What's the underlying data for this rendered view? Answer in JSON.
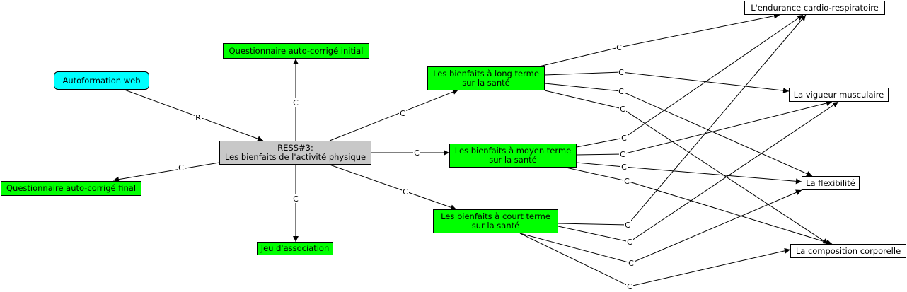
{
  "nodes": {
    "center": {
      "line1": "RESS#3:",
      "line2": "Les bienfaits de l'activité physique"
    },
    "autoformation": {
      "label": "Autoformation web"
    },
    "quiz_initial": {
      "label": "Questionnaire auto-corrigé initial"
    },
    "quiz_final": {
      "label": "Questionnaire auto-corrigé final"
    },
    "jeu": {
      "label": "Jeu d'association"
    },
    "long_terme": {
      "line1": "Les bienfaits à long terme",
      "line2": "sur la santé"
    },
    "moyen_terme": {
      "line1": "Les bienfaits à moyen terme",
      "line2": "sur la santé"
    },
    "court_terme": {
      "line1": "Les bienfaits à court terme",
      "line2": "sur la santé"
    },
    "endurance": {
      "label": "L'endurance cardio-respiratoire"
    },
    "vigueur": {
      "label": "La vigueur musculaire"
    },
    "flexibilite": {
      "label": "La flexibilité"
    },
    "composition": {
      "label": "La composition corporelle"
    }
  },
  "edges": [
    {
      "from": "autoformation",
      "to": "center",
      "label": "R"
    },
    {
      "from": "center",
      "to": "quiz_initial",
      "label": "C"
    },
    {
      "from": "center",
      "to": "quiz_final",
      "label": "C"
    },
    {
      "from": "center",
      "to": "jeu",
      "label": "C"
    },
    {
      "from": "center",
      "to": "long_terme",
      "label": "C"
    },
    {
      "from": "center",
      "to": "moyen_terme",
      "label": "C"
    },
    {
      "from": "center",
      "to": "court_terme",
      "label": "C"
    },
    {
      "from": "long_terme",
      "to": "endurance",
      "label": "C"
    },
    {
      "from": "long_terme",
      "to": "vigueur",
      "label": "C"
    },
    {
      "from": "long_terme",
      "to": "flexibilite",
      "label": "C"
    },
    {
      "from": "long_terme",
      "to": "composition",
      "label": "C"
    },
    {
      "from": "moyen_terme",
      "to": "endurance",
      "label": "C"
    },
    {
      "from": "moyen_terme",
      "to": "vigueur",
      "label": "C"
    },
    {
      "from": "moyen_terme",
      "to": "flexibilite",
      "label": "C"
    },
    {
      "from": "moyen_terme",
      "to": "composition",
      "label": "C"
    },
    {
      "from": "court_terme",
      "to": "endurance",
      "label": "C"
    },
    {
      "from": "court_terme",
      "to": "vigueur",
      "label": "C"
    },
    {
      "from": "court_terme",
      "to": "flexibilite",
      "label": "C"
    },
    {
      "from": "court_terme",
      "to": "composition",
      "label": "C"
    }
  ],
  "colors": {
    "resource_node": "#00ff00",
    "target_node": "#ffffff",
    "center_node": "#c8c8c8",
    "start_node": "#00ffff"
  }
}
